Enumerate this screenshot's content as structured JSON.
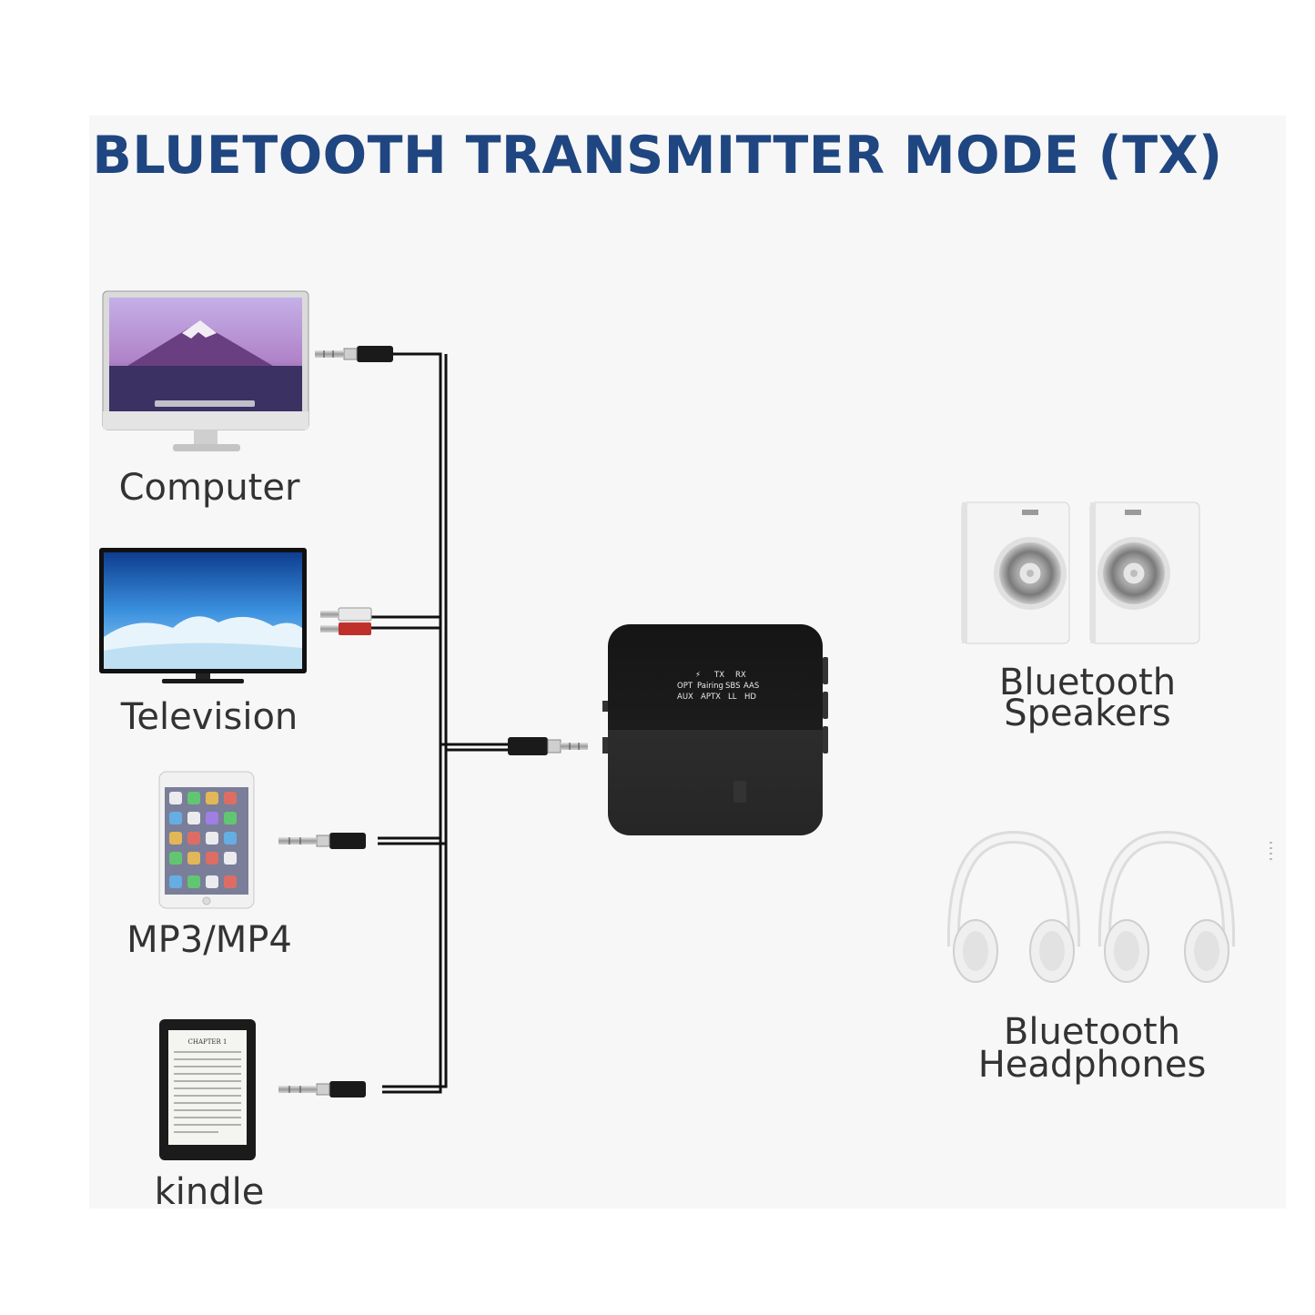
{
  "title": "BLUETOOTH TRANSMITTER MODE (TX)",
  "sources": [
    {
      "id": "computer",
      "label": "Computer"
    },
    {
      "id": "television",
      "label": "Television"
    },
    {
      "id": "mp3",
      "label": "MP3/MP4"
    },
    {
      "id": "kindle",
      "label": "kindle"
    }
  ],
  "outputs": [
    {
      "id": "speakers",
      "label_line1": "Bluetooth",
      "label_line2": "Speakers"
    },
    {
      "id": "headphones",
      "label_line1": "Bluetooth",
      "label_line2": "Headphones"
    }
  ],
  "transmitter_leds": {
    "row1": [
      "TX",
      "RX"
    ],
    "row2": [
      "OPT",
      "Pairing",
      "SBS",
      "AAS"
    ],
    "row3": [
      "AUX",
      "APTX",
      "LL",
      "HD"
    ]
  },
  "kindle_screen_heading": "CHAPTER 1",
  "colors": {
    "title": "#1f4680",
    "device": "#1c1c1c",
    "cable": "#111111",
    "rca_red": "#c0302a",
    "rca_white": "#e8e8e8"
  }
}
